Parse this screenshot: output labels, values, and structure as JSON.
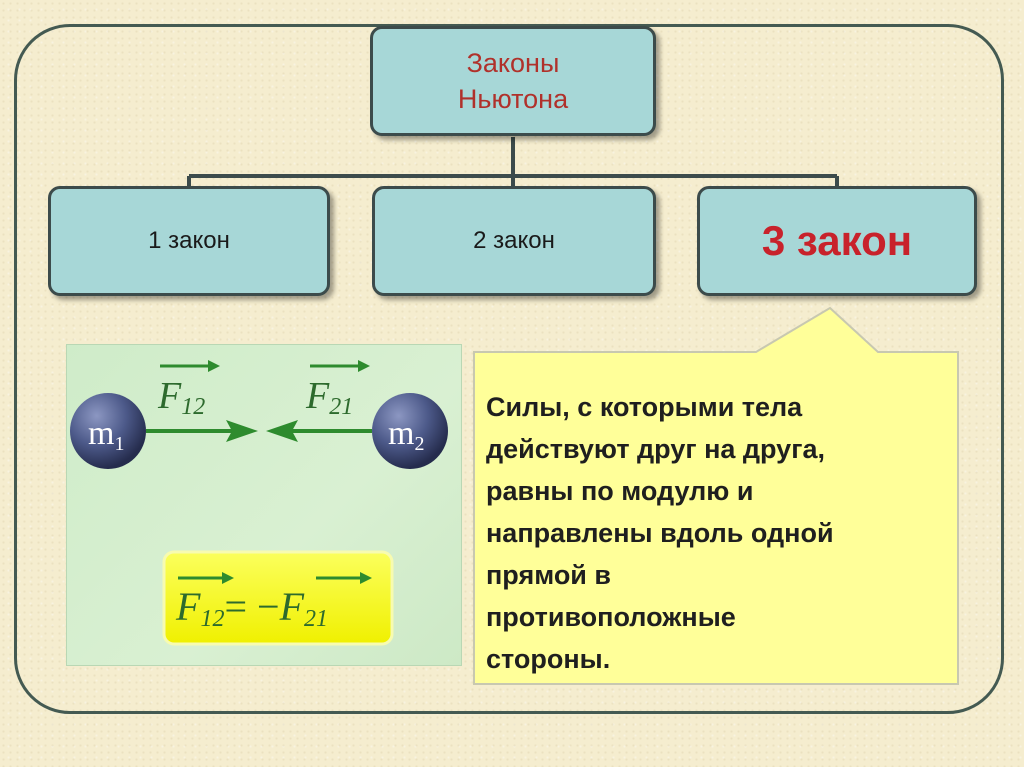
{
  "diagram": {
    "root": {
      "line1": "Законы",
      "line2": "Ньютона"
    },
    "laws": [
      {
        "label": "1 закон"
      },
      {
        "label": "2 закон"
      },
      {
        "label": "3 закон"
      }
    ]
  },
  "illustration": {
    "mass1": {
      "base": "m",
      "sub": "1"
    },
    "mass2": {
      "base": "m",
      "sub": "2"
    },
    "force12": {
      "base": "F",
      "sub": "12"
    },
    "force21": {
      "base": "F",
      "sub": "21"
    },
    "formula": {
      "left": {
        "base": "F",
        "sub": "12"
      },
      "operator": "= −",
      "right": {
        "base": "F",
        "sub": "21"
      }
    }
  },
  "callout": {
    "text": "Силы, с которыми тела\nдействуют друг на друга,\nравны по модулю и\nнаправлены вдоль одной\nпрямой в\nпротивоположные\nстороны."
  },
  "colors": {
    "node_fill": "#a7d7d7",
    "root_text": "#b0312b",
    "highlight_text": "#c8222b",
    "callout_fill": "#ffff99",
    "arrow_green": "#2e8b2e",
    "force_text": "#2d6a2d"
  }
}
